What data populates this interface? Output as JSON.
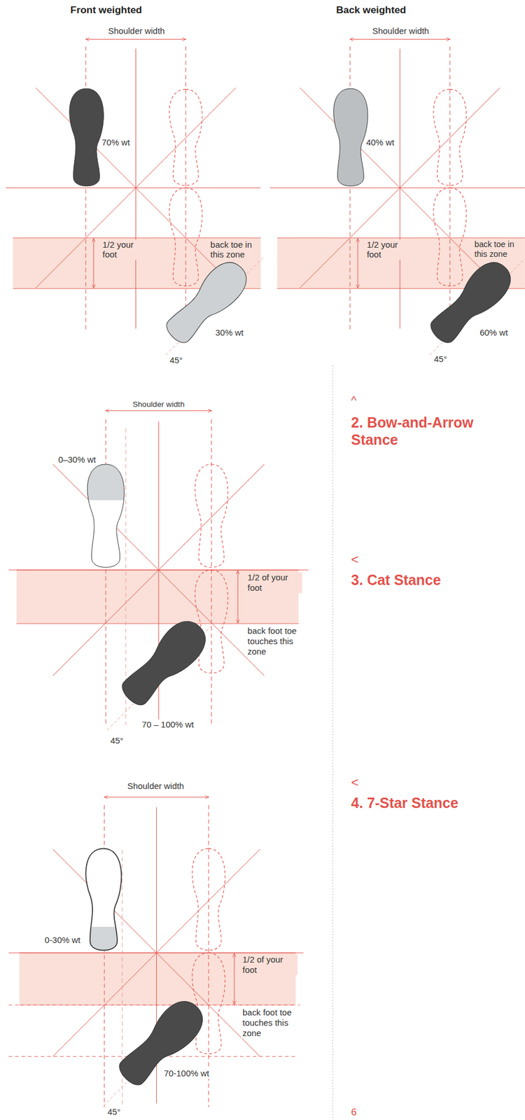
{
  "diagram": {
    "labels": [
      "Front weighted",
      "Back weighted",
      "Shoulder width",
      "70% wt",
      "1/2 your foot",
      "back toe in this zone",
      "30% wt",
      "45°",
      "Shoulder width",
      "40% wt",
      "1/2 your foot",
      "back toe in this zone",
      "60% wt",
      "45°",
      "^",
      "2. Bow-and-Arrow Stance",
      "Shoulder width",
      "0–30% wt",
      "1/2 of your foot",
      "back foot toe touches this zone",
      "70 – 100% wt",
      "45°",
      "<",
      "3. Cat Stance",
      "Shoulder width",
      "0-30% wt",
      "1/2 of your foot",
      "back foot toe touches this zone",
      "70-100% wt",
      "45°",
      "<",
      "4. 7-Star Stance",
      "6"
    ]
  }
}
